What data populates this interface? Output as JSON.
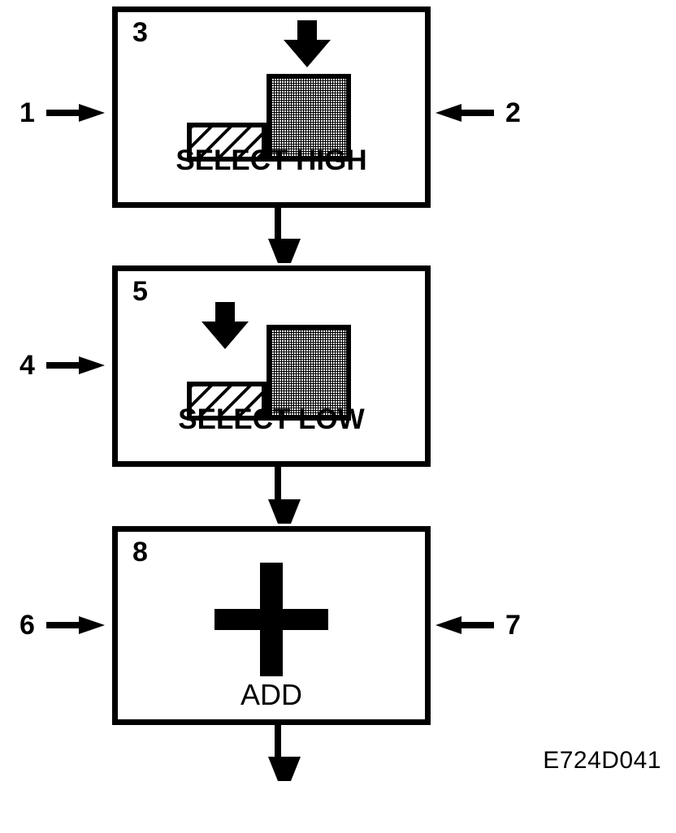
{
  "figure": {
    "reference_code": "E724D041",
    "background_color": "#ffffff",
    "line_color": "#000000"
  },
  "steps": [
    {
      "index": "3",
      "caption": "SELECT HIGH",
      "icon": "high-bar-press-icon",
      "arrow_target": "tall-block"
    },
    {
      "index": "5",
      "caption": "SELECT LOW",
      "icon": "low-bar-press-icon",
      "arrow_target": "short-bar"
    },
    {
      "index": "8",
      "caption": "ADD",
      "icon": "plus-icon",
      "arrow_target": "none"
    }
  ],
  "callouts": [
    {
      "number": "1",
      "direction": "right",
      "target_step": "3"
    },
    {
      "number": "2",
      "direction": "left",
      "target_step": "3"
    },
    {
      "number": "4",
      "direction": "right",
      "target_step": "5"
    },
    {
      "number": "6",
      "direction": "right",
      "target_step": "8"
    },
    {
      "number": "7",
      "direction": "left",
      "target_step": "8"
    }
  ],
  "connectors": [
    {
      "name": "select-high-to-select-low",
      "direction": "down"
    },
    {
      "name": "select-low-to-add",
      "direction": "down"
    },
    {
      "name": "add-output",
      "direction": "down"
    }
  ]
}
